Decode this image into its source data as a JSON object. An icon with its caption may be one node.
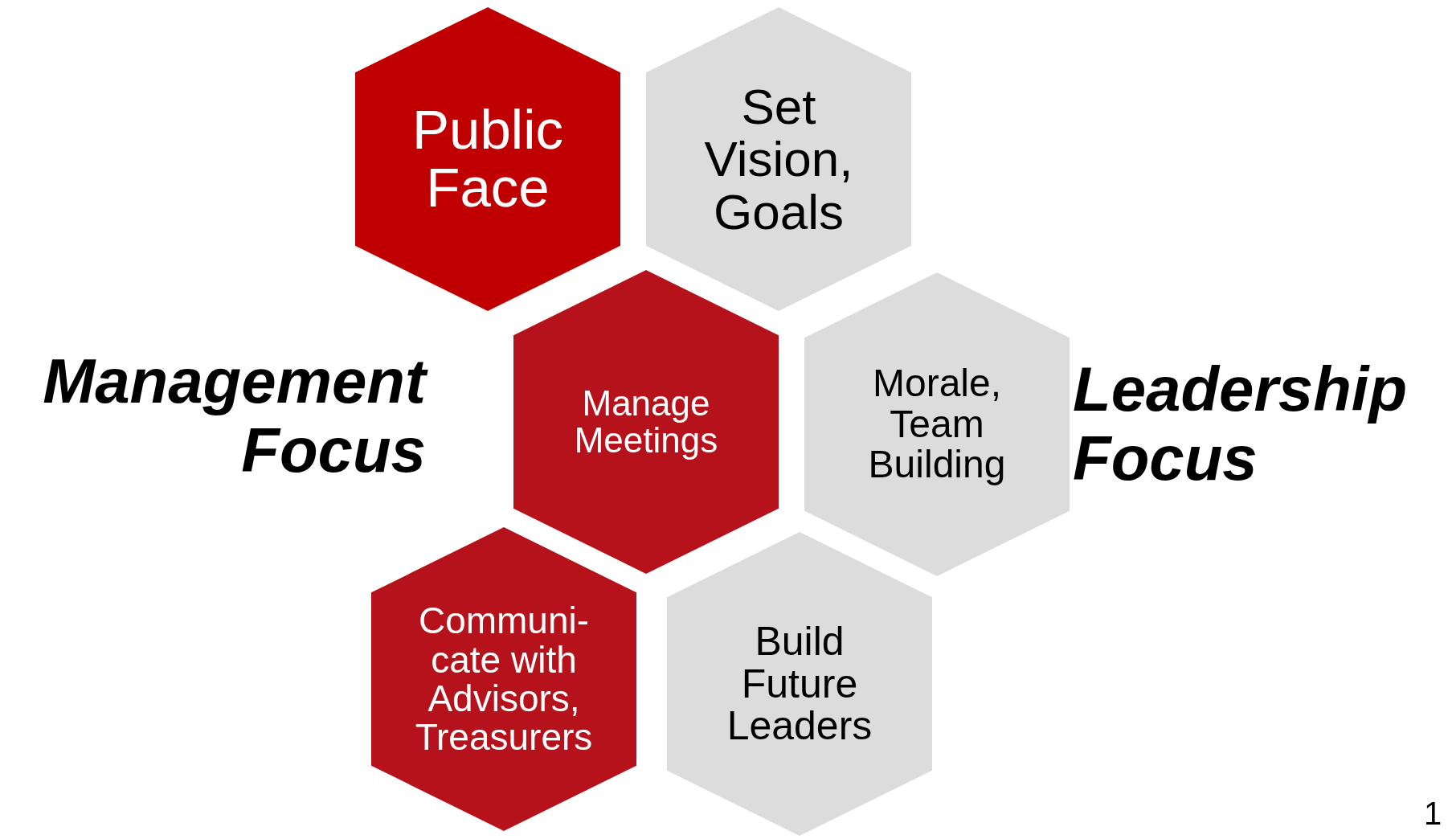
{
  "diagram": {
    "nodes": [
      {
        "text": [
          "Public Face"
        ]
      },
      {
        "text": [
          "Set Vision, Goals"
        ]
      },
      {
        "text": [
          "Manage Meetings"
        ]
      },
      {
        "text": [
          "Morale, Team Building"
        ]
      },
      {
        "text": [
          "Communi- cate with Advisors, Treasurers"
        ]
      },
      {
        "text": [
          "Build Future Leaders"
        ]
      }
    ],
    "labels": [
      "Management Focus",
      "Leadership Focus",
      "1"
    ]
  }
}
